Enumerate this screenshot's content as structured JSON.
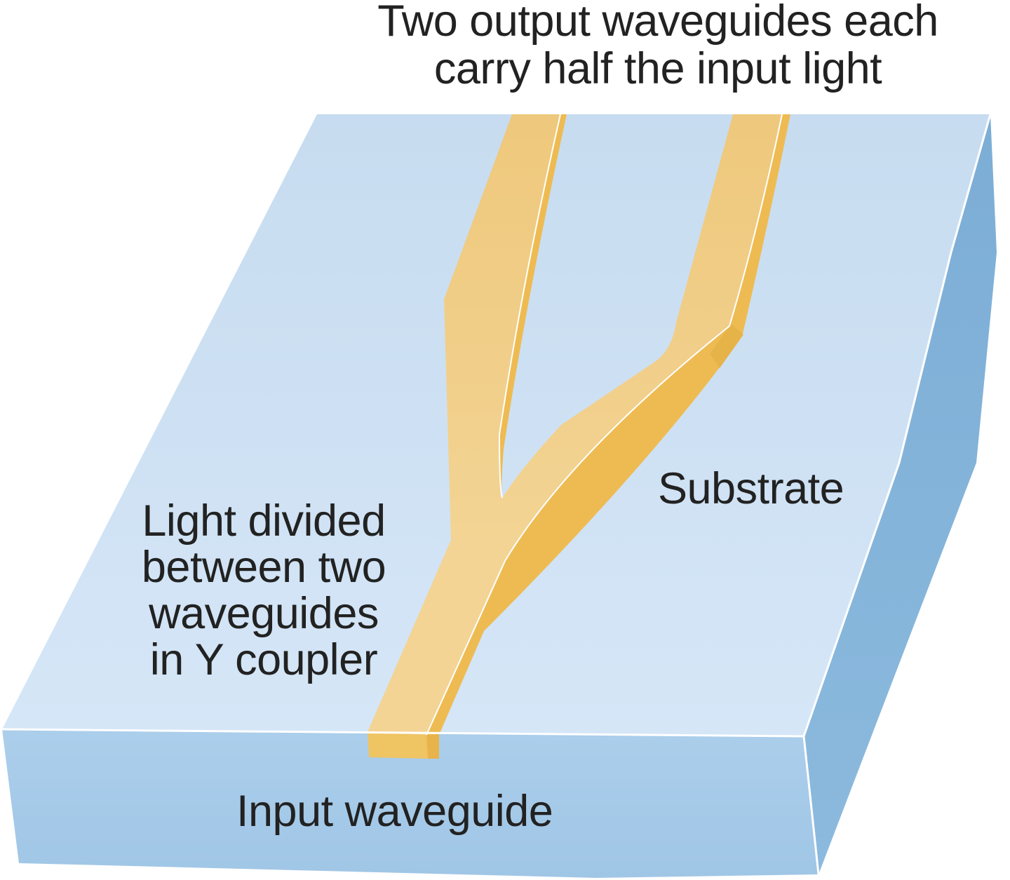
{
  "labels": {
    "top_line1": "Two output waveguides each",
    "top_line2": "carry half the input light",
    "left_line1": "Light divided",
    "left_line2": "between two",
    "left_line3": "waveguides",
    "left_line4": "in Y coupler",
    "substrate": "Substrate",
    "input": "Input waveguide"
  },
  "colors": {
    "background": "#ffffff",
    "substrate_top_near": "#d5e6f7",
    "substrate_top_far": "#c7dcf0",
    "substrate_front_top": "#abceeb",
    "substrate_front_bottom": "#a0c6e6",
    "substrate_side_top": "#7cadd5",
    "substrate_side_bottom": "#8cbade",
    "edge_highlight": "#ffffff",
    "waveguide_top_far": "#eec87c",
    "waveguide_top_near": "#f3d494",
    "waveguide_side": "#eebb52",
    "waveguide_elbow": "#e6b349",
    "waveguide_end": "#efc463",
    "waveguide_end_side": "#e8b349",
    "text": "#222222"
  }
}
